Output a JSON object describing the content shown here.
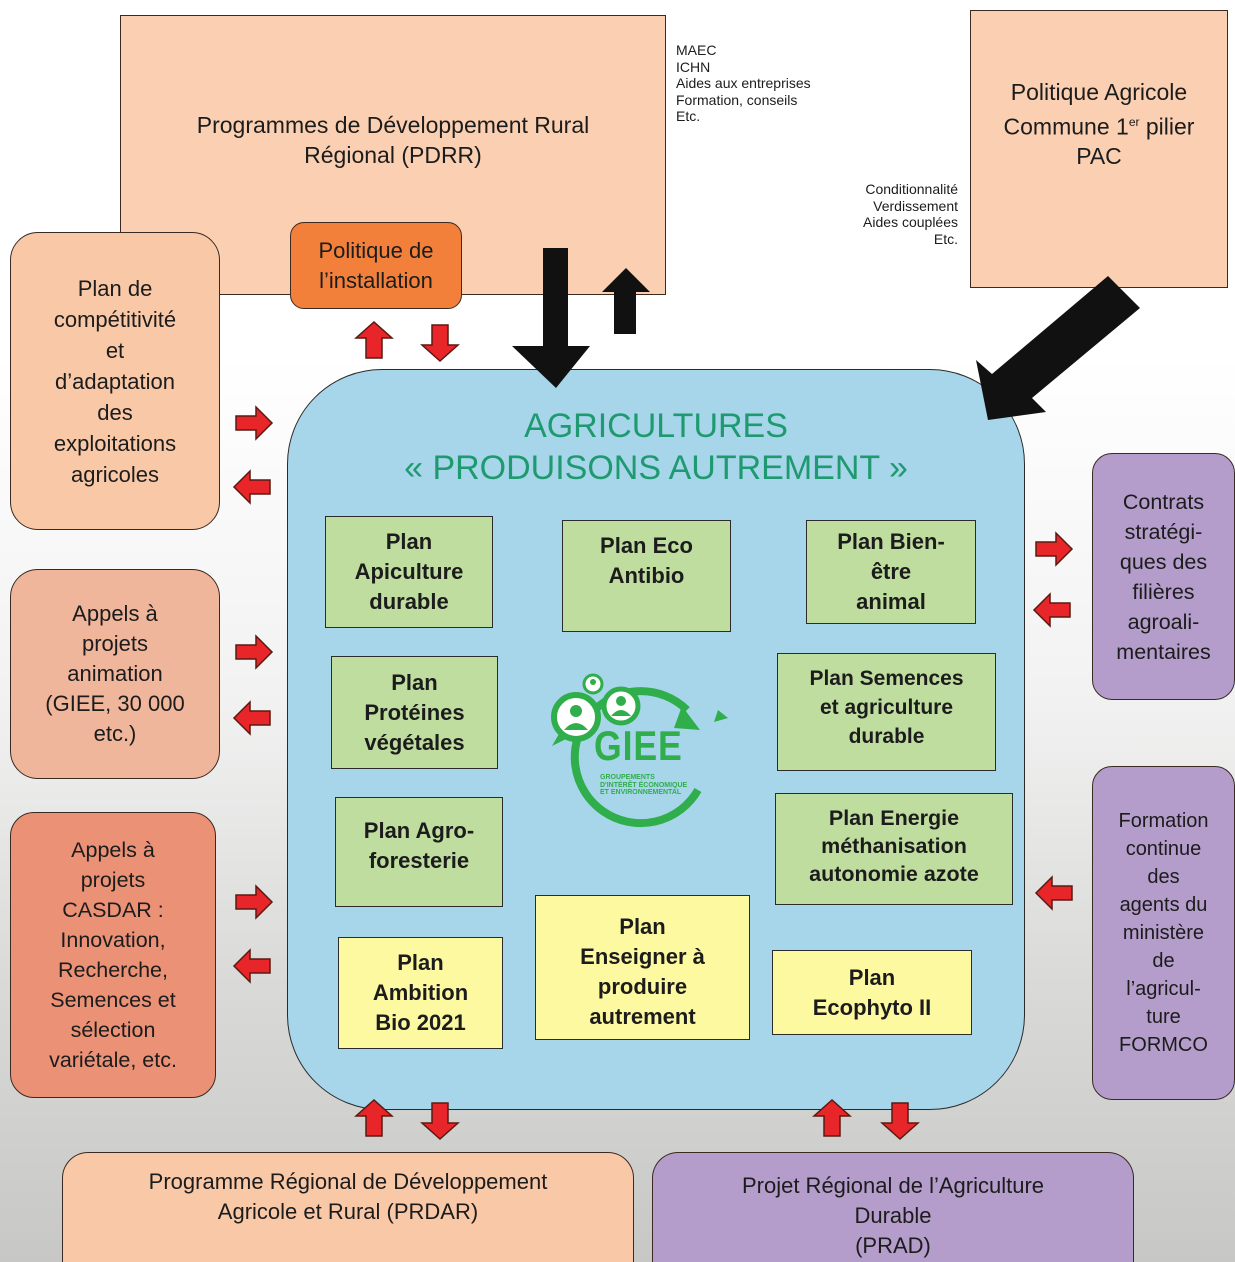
{
  "top": {
    "pdrr": "Programmes de Développement Rural\nRégional (PDRR)",
    "pdrr_list": "MAEC\nICHN\nAides aux entreprises\nFormation, conseils\nEtc.",
    "pac_line1": "Politique Agricole",
    "pac_line2_a": "Commune 1",
    "pac_line2_sup": "er",
    "pac_line2_b": " pilier",
    "pac_line3": "PAC",
    "pac_list": "Conditionnalité\nVerdissement\nAides couplées\nEtc.",
    "installation": "Politique de\nl’installation"
  },
  "left": {
    "competitivite": "Plan de\ncompétitivité\net\nd’adaptation\ndes\nexploitations\nagricoles",
    "animation": "Appels à\nprojets\nanimation\n(GIEE, 30 000\netc.)",
    "casdar": "Appels à\nprojets\nCASDAR :\nInnovation,\nRecherche,\nSemences et\nsélection\nvariétale, etc."
  },
  "right": {
    "contrats": "Contrats\nstratégi-\nques des\nfilières\nagroali-\nmentaires",
    "formco": "Formation\ncontinue\ndes\nagents du\nministère\nde\nl’agricul-\nture\nFORMCO"
  },
  "bottom": {
    "prdar": "Programme Régional de Développement\nAgricole et Rural (PRDAR)",
    "prad": "Projet Régional de l’Agriculture\nDurable\n(PRAD)"
  },
  "center": {
    "title1": "AGRICULTURES",
    "title2": "« PRODUISONS AUTREMENT »",
    "plans": {
      "apiculture": "Plan\nApiculture\ndurable",
      "ecoantibio": "Plan Eco\nAntibio",
      "bienetre": "Plan Bien-\nêtre\nanimal",
      "proteines": "Plan\nProtéines\nvégétales",
      "semences": "Plan Semences\net agriculture\ndurable",
      "agroforesterie": "Plan Agro-\nforesterie",
      "energie": "Plan  Energie\nméthanisation\nautonomie azote",
      "ambition": "Plan\nAmbition\nBio 2021",
      "enseigner": "Plan\nEnseigner à\nproduire\nautrement",
      "ecophyto": "Plan\nEcophyto II"
    },
    "logo": {
      "acronym": "GIEE",
      "sub1": "GROUPEMENTS",
      "sub2": "D'INTÉRÊT ÉCONOMIQUE",
      "sub3": "ET ENVIRONNEMENTAL"
    }
  },
  "colors": {
    "arrow_red": "#e8262a",
    "arrow_black": "#111111",
    "center_blue": "#a7d6ea",
    "title_green": "#1f9a70",
    "logo_green": "#2fae4b"
  }
}
